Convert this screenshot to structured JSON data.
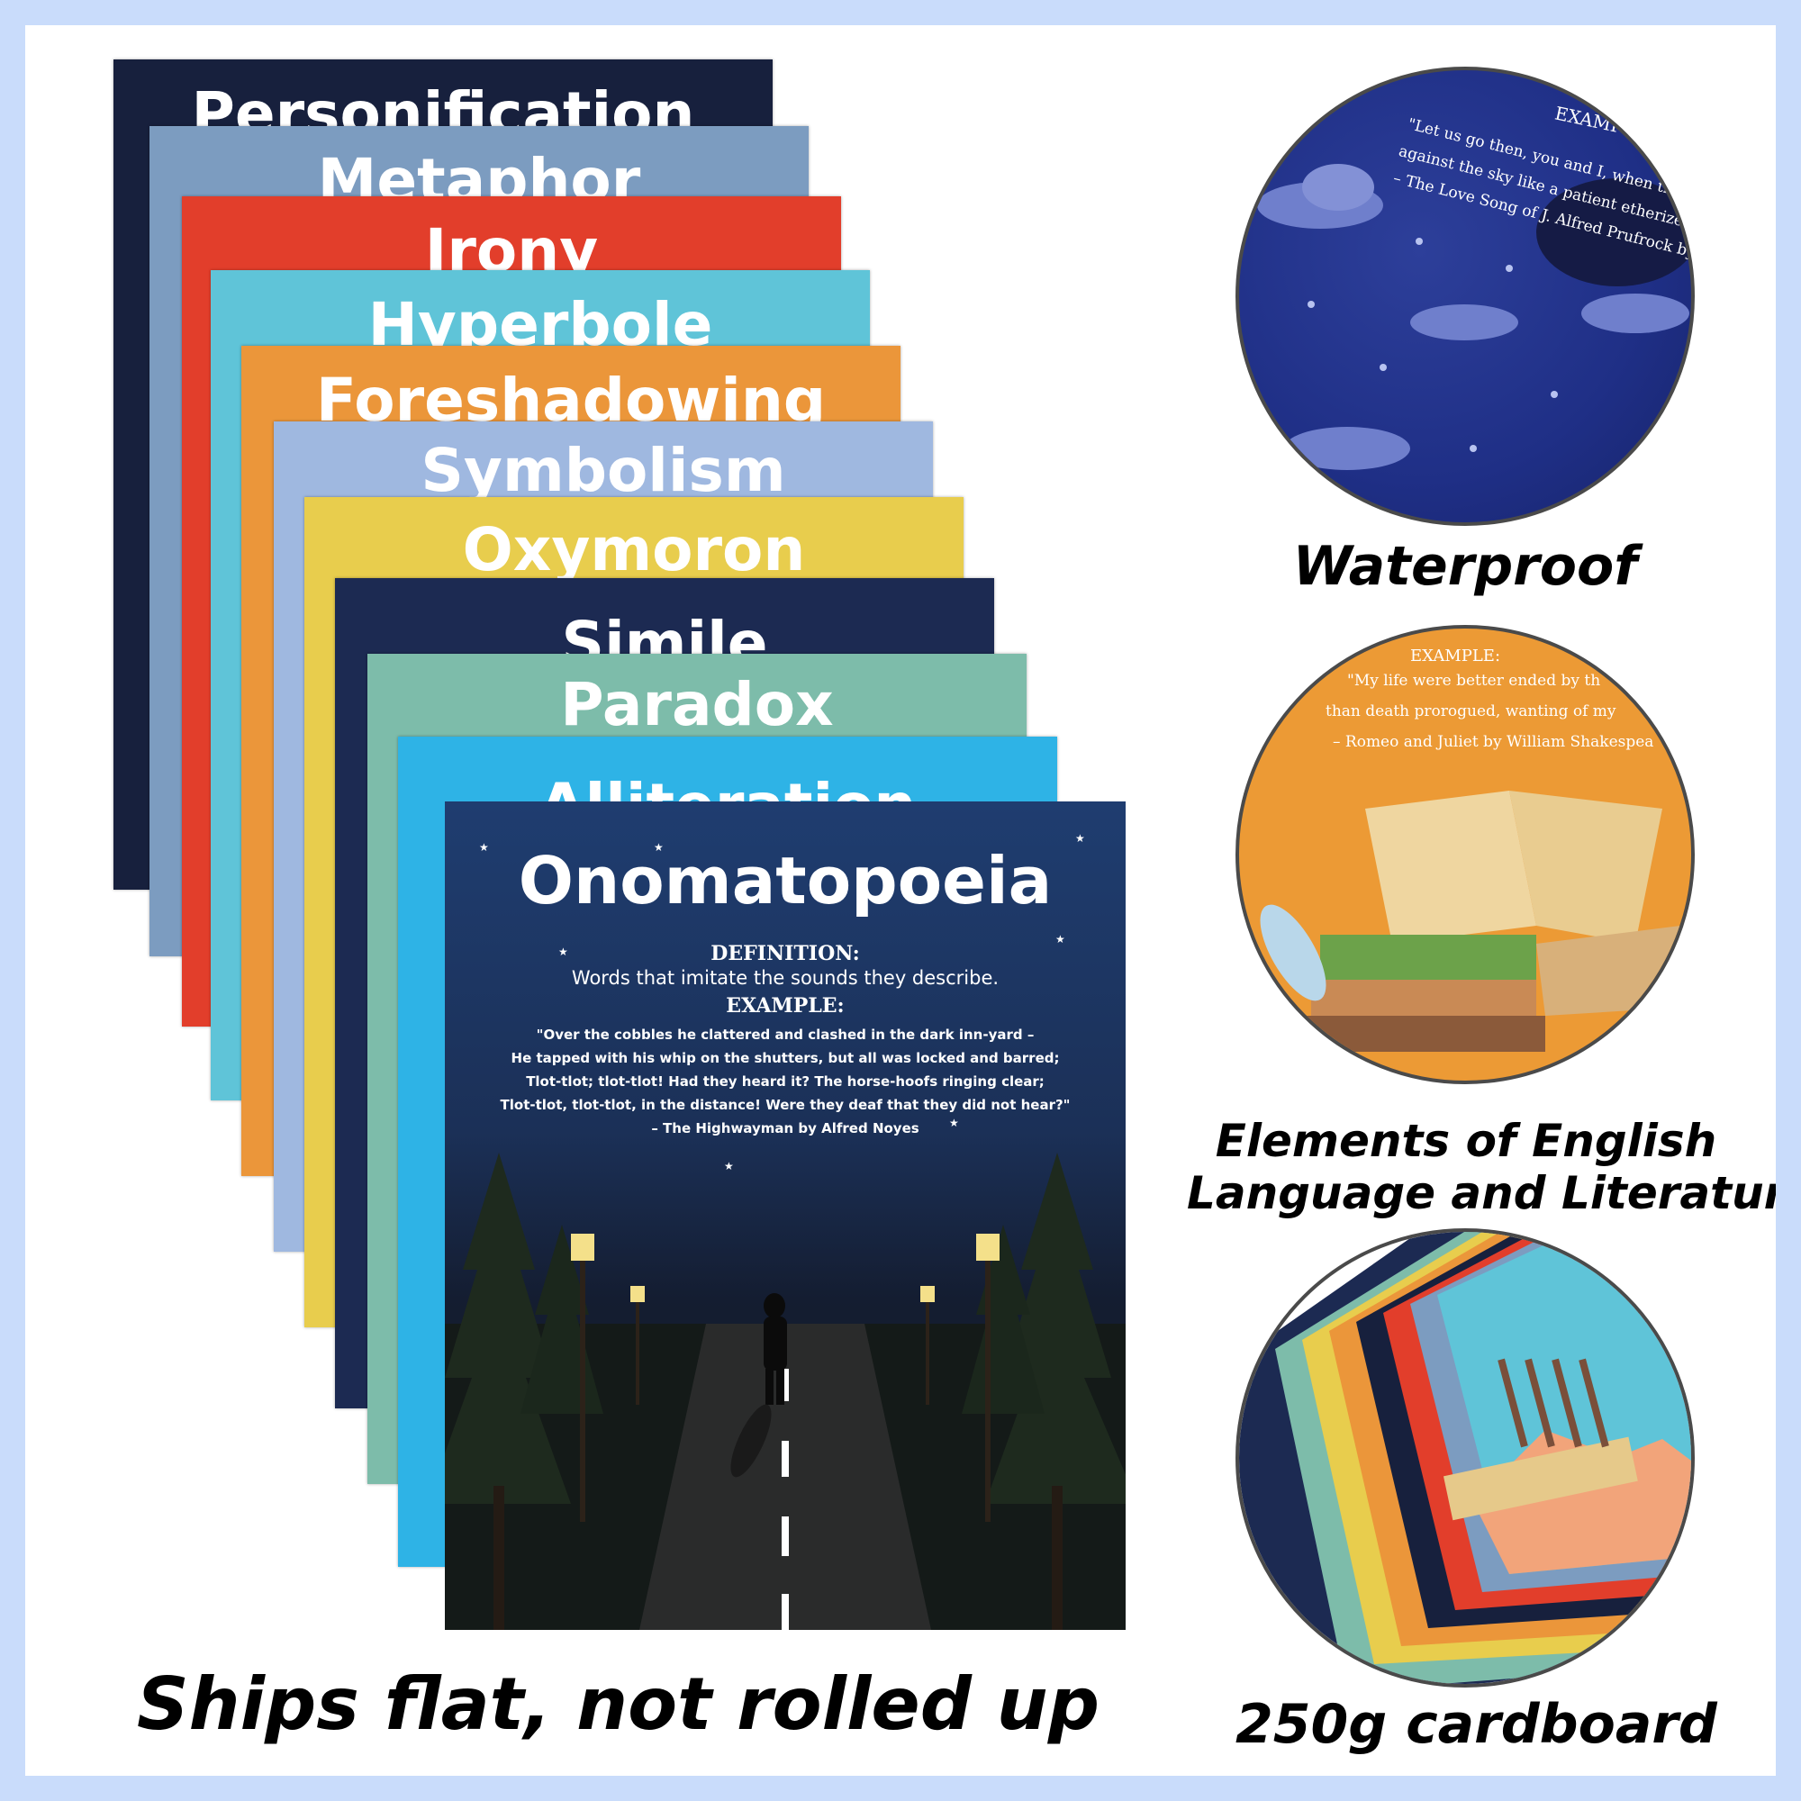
{
  "posters": {
    "titles": [
      "Personification",
      "Metaphor",
      "Irony",
      "Hyperbole",
      "Foreshadowing",
      "Symbolism",
      "Oxymoron",
      "Simile",
      "Paradox",
      "Alliteration"
    ],
    "colors": [
      "#17203d",
      "#7c9cc0",
      "#e23e2b",
      "#5fc4d8",
      "#eb963a",
      "#9fb8e0",
      "#e8cd4d",
      "#1c2a52",
      "#7dbcaa",
      "#2eb3e6"
    ]
  },
  "front_poster": {
    "title": "Onomatopoeia",
    "definition_heading": "DEFINITION:",
    "definition": "Words that imitate the sounds they describe.",
    "example_heading": "EXAMPLE:",
    "quote_lines": [
      "\"Over the cobbles he clattered and clashed in the dark inn-yard –",
      "He tapped with his whip on the shutters, but all was locked and barred;",
      "Tlot-tlot; tlot-tlot! Had they heard it? The horse-hoofs ringing clear;",
      "Tlot-tlot, tlot-tlot, in the distance! Were they deaf that they did not hear?\"",
      "– The Highwayman by Alfred Noyes"
    ]
  },
  "caption": "Ships flat, not rolled up",
  "features": [
    {
      "label_lines": [
        "Waterproof"
      ],
      "snippet_lines": [
        "\"Let us go then, you and I, when the ev",
        "against the sky like a patient etherized up",
        "– The Love Song of J. Alfred Prufrock by T."
      ],
      "snippet_heading": "EXAMPLE"
    },
    {
      "label_lines": [
        "Elements of English",
        "Language and Literature"
      ],
      "snippet_heading": "EXAMPLE:",
      "snippet_lines": [
        "\"My life were better ended by th",
        "than death prorogued, wanting of my",
        "– Romeo and Juliet by William Shakespea"
      ]
    },
    {
      "label_lines": [
        "250g cardboard"
      ]
    }
  ],
  "colors": {
    "border": "#c9dcfb",
    "front_poster_top": "#1f3d70",
    "orange_circle": "#ec9a35",
    "night_circle": "#1f2f86"
  }
}
